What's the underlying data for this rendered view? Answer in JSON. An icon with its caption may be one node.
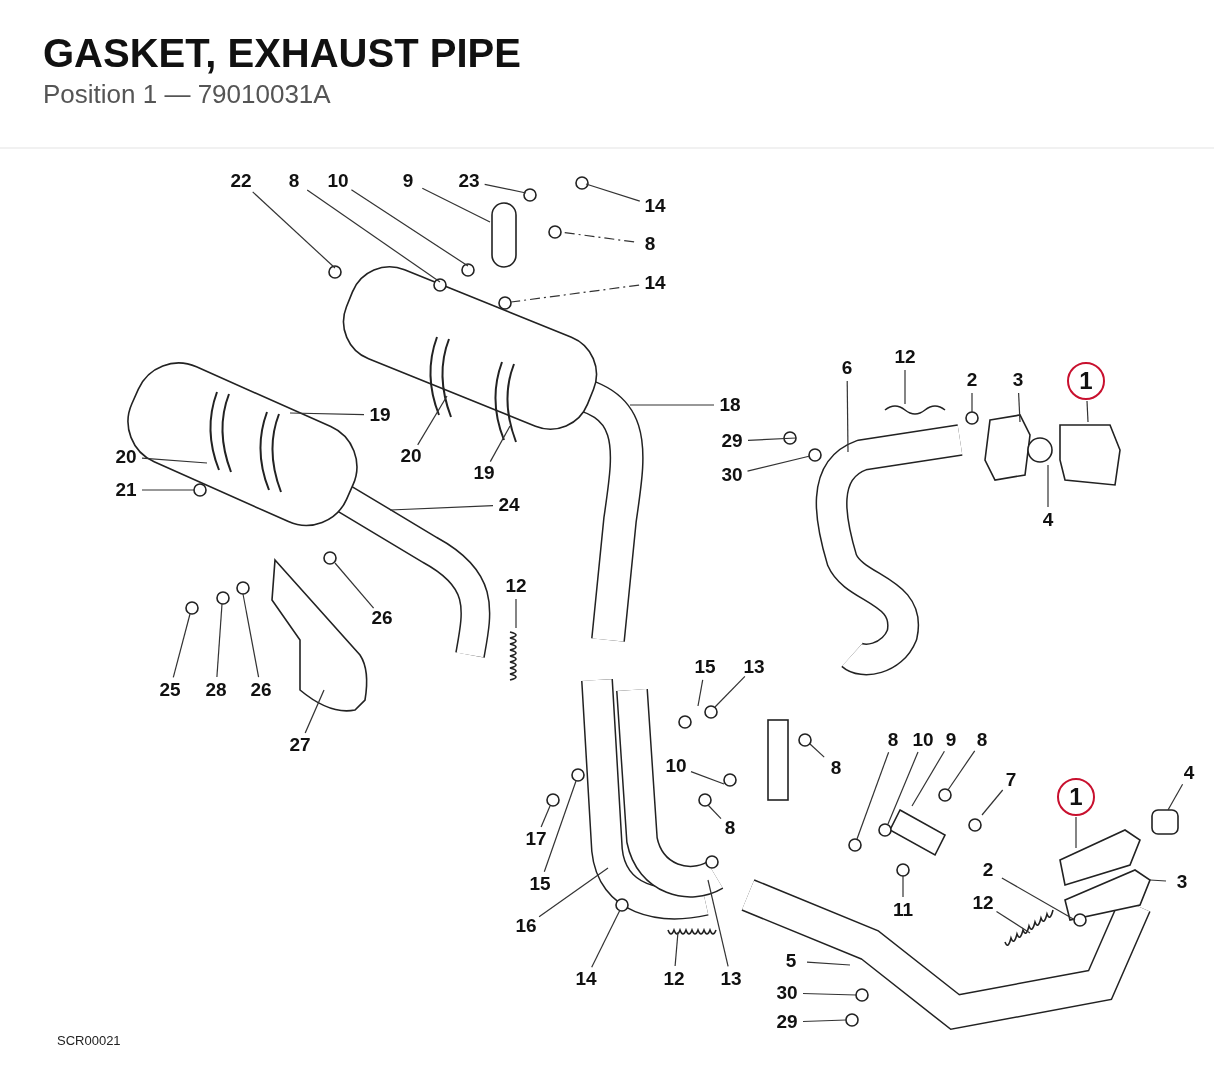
{
  "diagram": {
    "title": "GASKET, EXHAUST PIPE",
    "nodes": [
      {
        "text": [
          "22"
        ]
      },
      {
        "text": [
          "8"
        ]
      },
      {
        "text": [
          "10"
        ]
      },
      {
        "text": [
          "9"
        ]
      },
      {
        "text": [
          "23"
        ]
      },
      {
        "text": [
          "14"
        ]
      },
      {
        "text": [
          "8"
        ]
      },
      {
        "text": [
          "14"
        ]
      },
      {
        "text": [
          "6"
        ]
      },
      {
        "text": [
          "12"
        ]
      },
      {
        "text": [
          "2"
        ]
      },
      {
        "text": [
          "3"
        ]
      },
      {
        "text": [
          "1"
        ]
      },
      {
        "text": [
          "18"
        ]
      },
      {
        "text": [
          "29"
        ]
      },
      {
        "text": [
          "30"
        ]
      },
      {
        "text": [
          "19"
        ]
      },
      {
        "text": [
          "20"
        ]
      },
      {
        "text": [
          "20"
        ]
      },
      {
        "text": [
          "19"
        ]
      },
      {
        "text": [
          "4"
        ]
      },
      {
        "text": [
          "21"
        ]
      },
      {
        "text": [
          "24"
        ]
      },
      {
        "text": [
          "12"
        ]
      },
      {
        "text": [
          "26"
        ]
      },
      {
        "text": [
          "25"
        ]
      },
      {
        "text": [
          "28"
        ]
      },
      {
        "text": [
          "26"
        ]
      },
      {
        "text": [
          "27"
        ]
      },
      {
        "text": [
          "15"
        ]
      },
      {
        "text": [
          "13"
        ]
      },
      {
        "text": [
          "10"
        ]
      },
      {
        "text": [
          "8"
        ]
      },
      {
        "text": [
          "8"
        ]
      },
      {
        "text": [
          "10"
        ]
      },
      {
        "text": [
          "9"
        ]
      },
      {
        "text": [
          "8"
        ]
      },
      {
        "text": [
          "4"
        ]
      },
      {
        "text": [
          "7"
        ]
      },
      {
        "text": [
          "8"
        ]
      },
      {
        "text": [
          "1"
        ]
      },
      {
        "text": [
          "17"
        ]
      },
      {
        "text": [
          "2"
        ]
      },
      {
        "text": [
          "15"
        ]
      },
      {
        "text": [
          "3"
        ]
      },
      {
        "text": [
          "11"
        ]
      },
      {
        "text": [
          "12"
        ]
      },
      {
        "text": [
          "16"
        ]
      },
      {
        "text": [
          "5"
        ]
      },
      {
        "text": [
          "14"
        ]
      },
      {
        "text": [
          "12"
        ]
      },
      {
        "text": [
          "13"
        ]
      },
      {
        "text": [
          "30"
        ]
      },
      {
        "text": [
          "29"
        ]
      }
    ],
    "edges": [
      {
        "from": 0,
        "to": null,
        "arrow": "none"
      },
      {
        "from": 1,
        "to": null,
        "arrow": "none"
      },
      {
        "from": 2,
        "to": null,
        "arrow": "none"
      },
      {
        "from": 3,
        "to": null,
        "arrow": "none"
      },
      {
        "from": 4,
        "to": null,
        "arrow": "none"
      },
      {
        "from": 5,
        "to": null,
        "arrow": "none"
      },
      {
        "from": 6,
        "to": null,
        "arrow": "none",
        "style": "dashed"
      },
      {
        "from": 7,
        "to": null,
        "arrow": "none",
        "style": "dashed"
      },
      {
        "from": 8,
        "to": null,
        "arrow": "none"
      },
      {
        "from": 9,
        "to": null,
        "arrow": "none"
      },
      {
        "from": 10,
        "to": null,
        "arrow": "none"
      },
      {
        "from": 11,
        "to": null,
        "arrow": "none"
      },
      {
        "from": 12,
        "to": null,
        "arrow": "none"
      },
      {
        "from": 13,
        "to": null,
        "arrow": "none"
      },
      {
        "from": 14,
        "to": null,
        "arrow": "none"
      },
      {
        "from": 15,
        "to": null,
        "arrow": "none"
      },
      {
        "from": 16,
        "to": null,
        "arrow": "none"
      },
      {
        "from": 17,
        "to": null,
        "arrow": "none"
      },
      {
        "from": 18,
        "to": null,
        "arrow": "none"
      },
      {
        "from": 19,
        "to": null,
        "arrow": "none"
      },
      {
        "from": 20,
        "to": null,
        "arrow": "none"
      },
      {
        "from": 21,
        "to": null,
        "arrow": "none"
      },
      {
        "from": 22,
        "to": null,
        "arrow": "none"
      },
      {
        "from": 23,
        "to": null,
        "arrow": "none"
      },
      {
        "from": 24,
        "to": null,
        "arrow": "none"
      },
      {
        "from": 25,
        "to": null,
        "arrow": "none"
      },
      {
        "from": 26,
        "to": null,
        "arrow": "none"
      },
      {
        "from": 27,
        "to": null,
        "arrow": "none"
      },
      {
        "from": 28,
        "to": null,
        "arrow": "none"
      },
      {
        "from": 29,
        "to": null,
        "arrow": "none"
      },
      {
        "from": 30,
        "to": null,
        "arrow": "none"
      },
      {
        "from": 31,
        "to": null,
        "arrow": "none"
      },
      {
        "from": 32,
        "to": null,
        "arrow": "none"
      },
      {
        "from": 33,
        "to": null,
        "arrow": "none"
      },
      {
        "from": 34,
        "to": null,
        "arrow": "none"
      },
      {
        "from": 35,
        "to": null,
        "arrow": "none"
      },
      {
        "from": 36,
        "to": null,
        "arrow": "none"
      },
      {
        "from": 37,
        "to": null,
        "arrow": "none"
      },
      {
        "from": 38,
        "to": null,
        "arrow": "none"
      },
      {
        "from": 39,
        "to": null,
        "arrow": "none"
      },
      {
        "from": 40,
        "to": null,
        "arrow": "none"
      },
      {
        "from": 41,
        "to": null,
        "arrow": "none"
      },
      {
        "from": 42,
        "to": null,
        "arrow": "none"
      },
      {
        "from": 43,
        "to": null,
        "arrow": "none"
      },
      {
        "from": 44,
        "to": null,
        "arrow": "none"
      },
      {
        "from": 45,
        "to": null,
        "arrow": "none"
      },
      {
        "from": 46,
        "to": null,
        "arrow": "none"
      },
      {
        "from": 47,
        "to": null,
        "arrow": "none"
      },
      {
        "from": 48,
        "to": null,
        "arrow": "none"
      },
      {
        "from": 49,
        "to": null,
        "arrow": "none"
      },
      {
        "from": 50,
        "to": null,
        "arrow": "none"
      },
      {
        "from": 51,
        "to": null,
        "arrow": "none"
      },
      {
        "from": 52,
        "to": null,
        "arrow": "none"
      },
      {
        "from": 53,
        "to": null,
        "arrow": "none"
      }
    ],
    "labels": [
      "Position 1 — 79010031A",
      "SCR00021"
    ]
  }
}
